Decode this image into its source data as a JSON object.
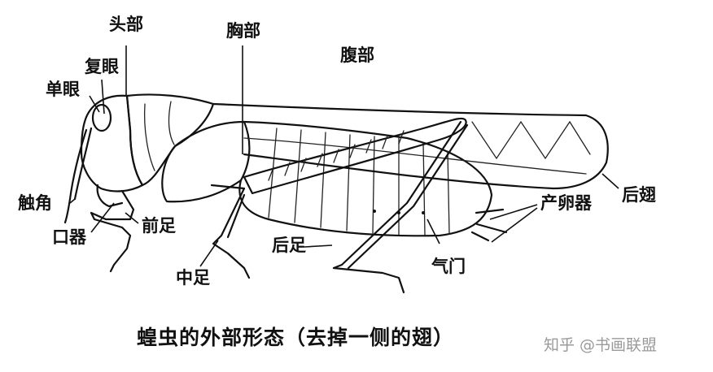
{
  "labels": {
    "head": "头部",
    "thorax": "胸部",
    "abdomen": "腹部",
    "compound_eye": "复眼",
    "simple_eye": "单眼",
    "antenna": "触角",
    "mouthparts": "口器",
    "foreleg": "前足",
    "midleg": "中足",
    "hindleg": "后足",
    "spiracle": "气门",
    "ovipositor": "产卵器",
    "hindwing": "后翅"
  },
  "caption": "蝗虫的外部形态（去掉一侧的翅）",
  "watermark": "知乎 @书画联盟"
}
